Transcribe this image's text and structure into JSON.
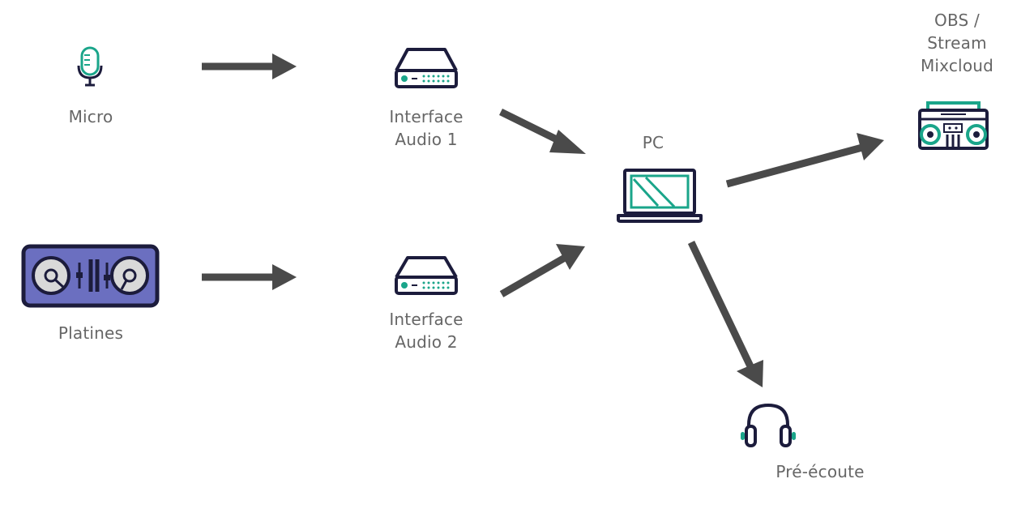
{
  "diagram": {
    "title": "",
    "nodes": {
      "micro": {
        "label": "Micro",
        "icon": "microphone-icon"
      },
      "platines": {
        "label": "Platines",
        "icon": "turntables-icon"
      },
      "interface1": {
        "line1": "Interface",
        "line2": "Audio 1",
        "icon": "audio-interface-icon"
      },
      "interface2": {
        "line1": "Interface",
        "line2": "Audio 2",
        "icon": "audio-interface-icon"
      },
      "pc": {
        "label": "PC",
        "icon": "laptop-icon"
      },
      "stream": {
        "line1": "OBS /",
        "line2": "Stream",
        "line3": "Mixcloud",
        "icon": "boombox-icon"
      },
      "preecoute": {
        "label": "Pré-écoute",
        "icon": "headphones-icon"
      }
    },
    "edges": [
      {
        "from": "micro",
        "to": "interface1"
      },
      {
        "from": "platines",
        "to": "interface2"
      },
      {
        "from": "interface1",
        "to": "pc"
      },
      {
        "from": "interface2",
        "to": "pc"
      },
      {
        "from": "pc",
        "to": "stream"
      },
      {
        "from": "pc",
        "to": "preecoute"
      }
    ]
  },
  "colors": {
    "accent": "#1aa58a",
    "navy": "#1c1c3c",
    "deck": "#6b6fc0",
    "arrow": "#4a4a4a",
    "label": "#666666"
  }
}
